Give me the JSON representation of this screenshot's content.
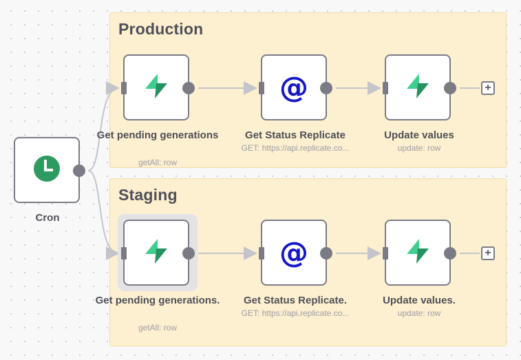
{
  "groups": {
    "production": {
      "title": "Production"
    },
    "staging": {
      "title": "Staging"
    }
  },
  "cron": {
    "label": "Cron",
    "icon": "clock-icon"
  },
  "production": {
    "get_pending": {
      "label": "Get pending generations",
      "subtitle": "getAll: row",
      "icon": "supabase-icon"
    },
    "get_status": {
      "label": "Get Status Replicate",
      "subtitle": "GET: https://api.replicate.co...",
      "icon": "at-sign-icon",
      "glyph": "@"
    },
    "update": {
      "label": "Update values",
      "subtitle": "update: row",
      "icon": "supabase-icon"
    }
  },
  "staging": {
    "get_pending": {
      "label": "Get pending generations.",
      "subtitle": "getAll: row",
      "icon": "supabase-icon"
    },
    "get_status": {
      "label": "Get Status Replicate.",
      "subtitle": "GET: https://api.replicate.co...",
      "icon": "at-sign-icon",
      "glyph": "@"
    },
    "update": {
      "label": "Update values.",
      "subtitle": "update: row",
      "icon": "supabase-icon"
    }
  },
  "add_button": {
    "glyph": "+"
  },
  "colors": {
    "sticky_bg": "#fdf0d0",
    "node_border": "#7b7b85",
    "supabase_green_light": "#3ecf8e",
    "supabase_green_dark": "#249361",
    "http_blue": "#1717c6",
    "cron_green": "#2d9b5f"
  }
}
